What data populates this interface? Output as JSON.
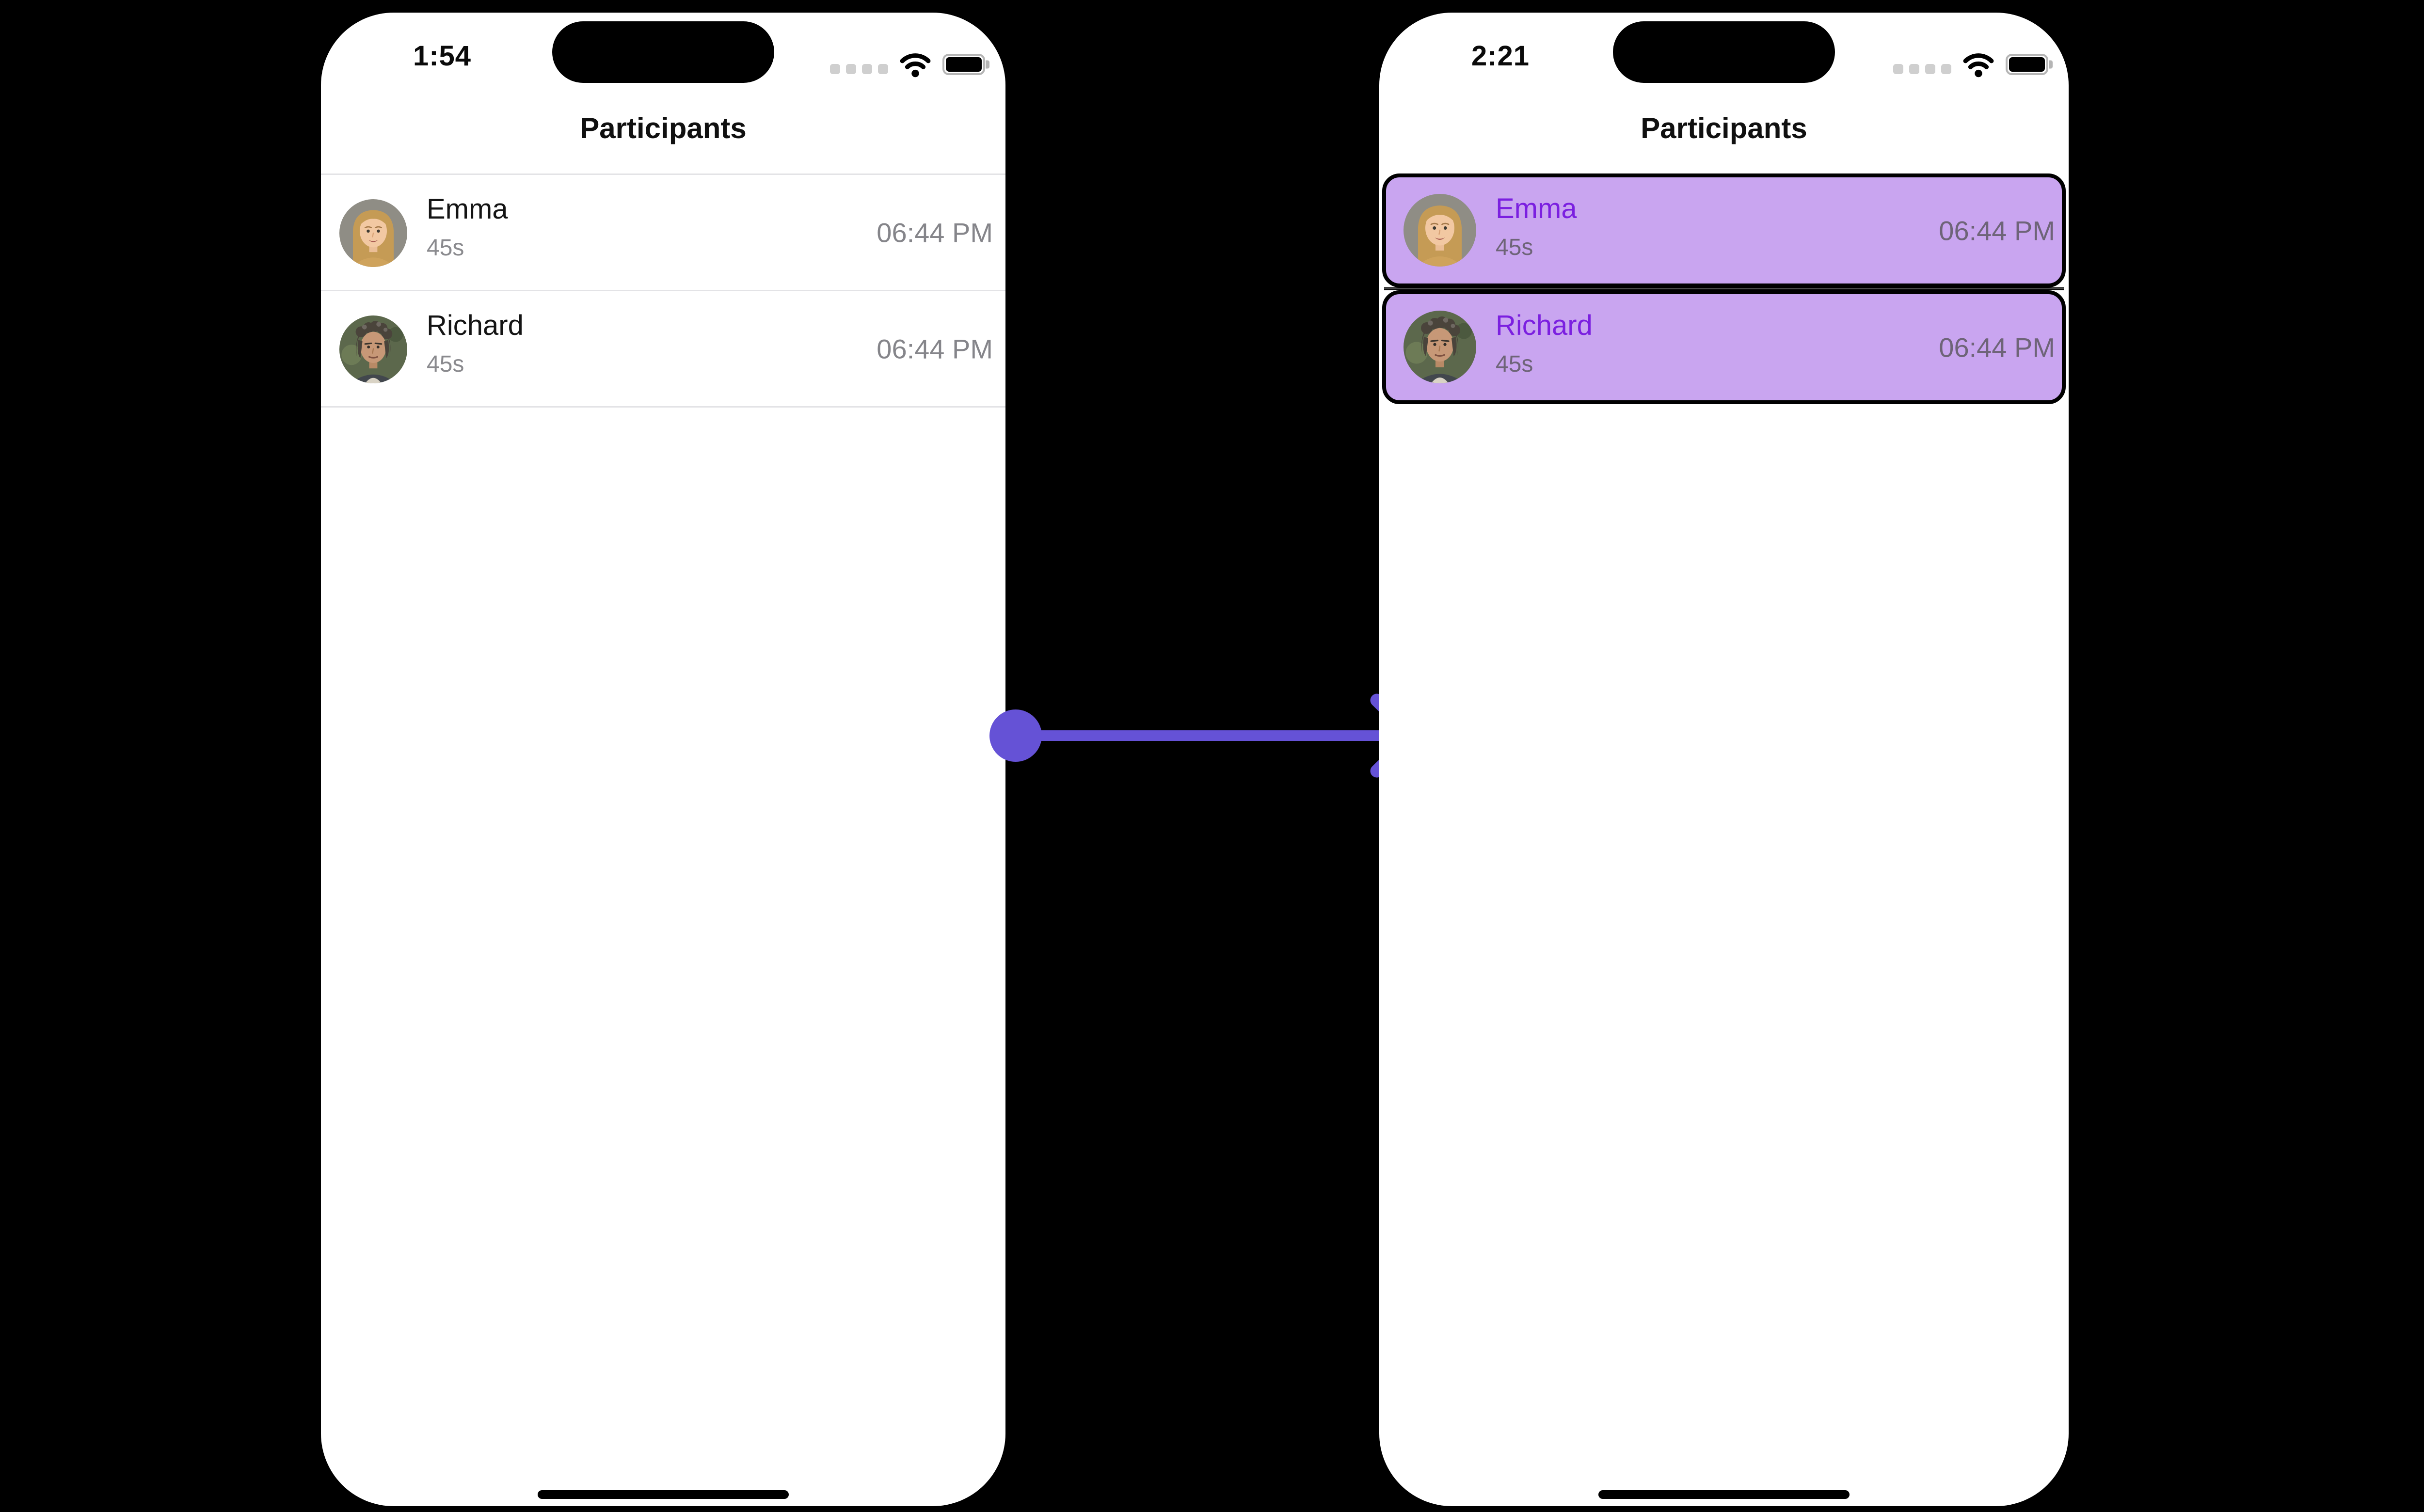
{
  "left_phone": {
    "status": {
      "time": "1:54"
    },
    "nav_title": "Participants",
    "participants": [
      {
        "name": "Emma",
        "duration": "45s",
        "time": "06:44 PM",
        "avatar": "emma",
        "selected": false
      },
      {
        "name": "Richard",
        "duration": "45s",
        "time": "06:44 PM",
        "avatar": "richard",
        "selected": false
      }
    ]
  },
  "right_phone": {
    "status": {
      "time": "2:21"
    },
    "nav_title": "Participants",
    "participants": [
      {
        "name": "Emma",
        "duration": "45s",
        "time": "06:44 PM",
        "avatar": "emma",
        "selected": true
      },
      {
        "name": "Richard",
        "duration": "45s",
        "time": "06:44 PM",
        "avatar": "richard",
        "selected": true
      }
    ]
  },
  "transition_arrow": {
    "direction": "left-to-right"
  },
  "colors": {
    "background": "#000000",
    "phone_body": "#ffffff",
    "highlight_row_bg": "#C9A5F0",
    "highlight_row_border": "#000000",
    "highlight_name_text": "#7B1FE0",
    "muted_text": "#85858A",
    "muted_text_on_purple": "#6E6478",
    "separator": "#E3E3E6",
    "arrow": "#6552D6"
  }
}
